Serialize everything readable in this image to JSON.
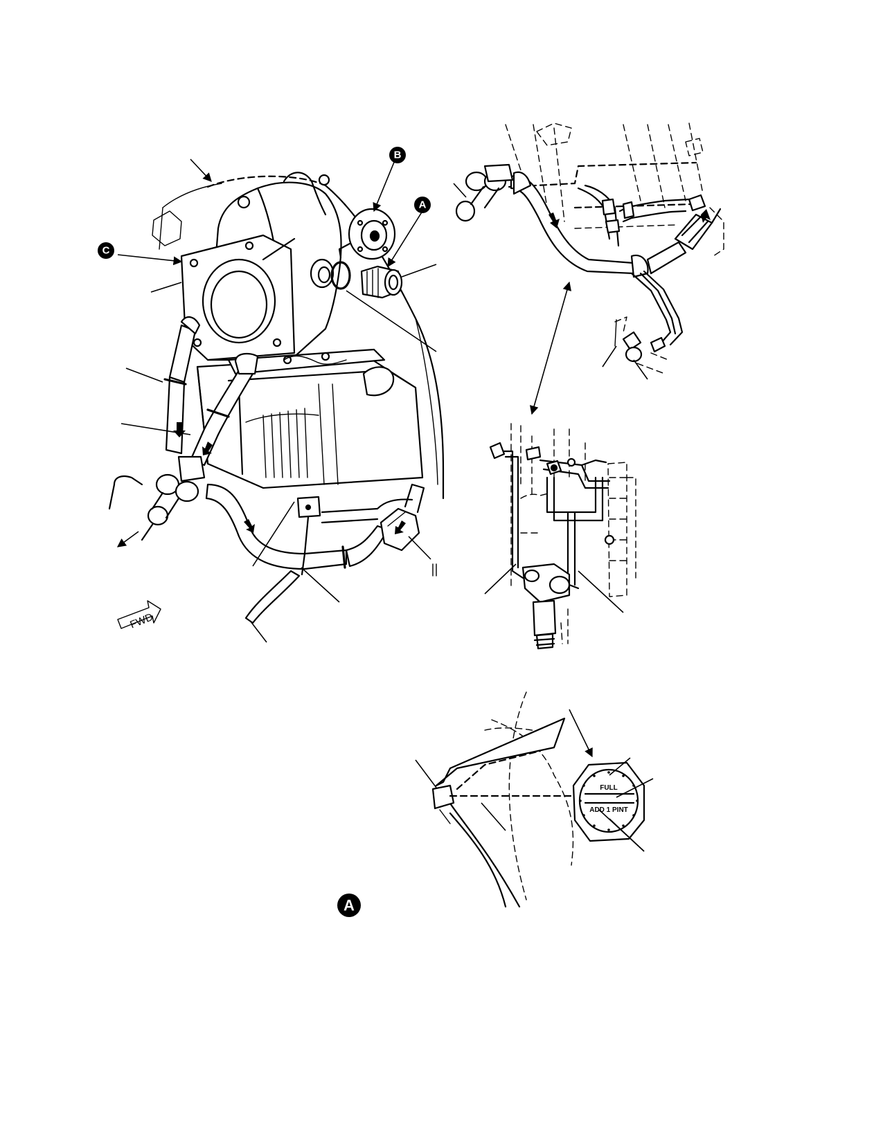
{
  "callouts": {
    "a_top": "A",
    "b_top": "B",
    "c_left": "C",
    "a_bottom": "A"
  },
  "orientation": {
    "fwd_label": "FWD"
  },
  "sight_gauge": {
    "full_label": "FULL",
    "add_label": "ADD 1 PINT"
  },
  "colors": {
    "ink": "#000000",
    "paper": "#ffffff"
  }
}
